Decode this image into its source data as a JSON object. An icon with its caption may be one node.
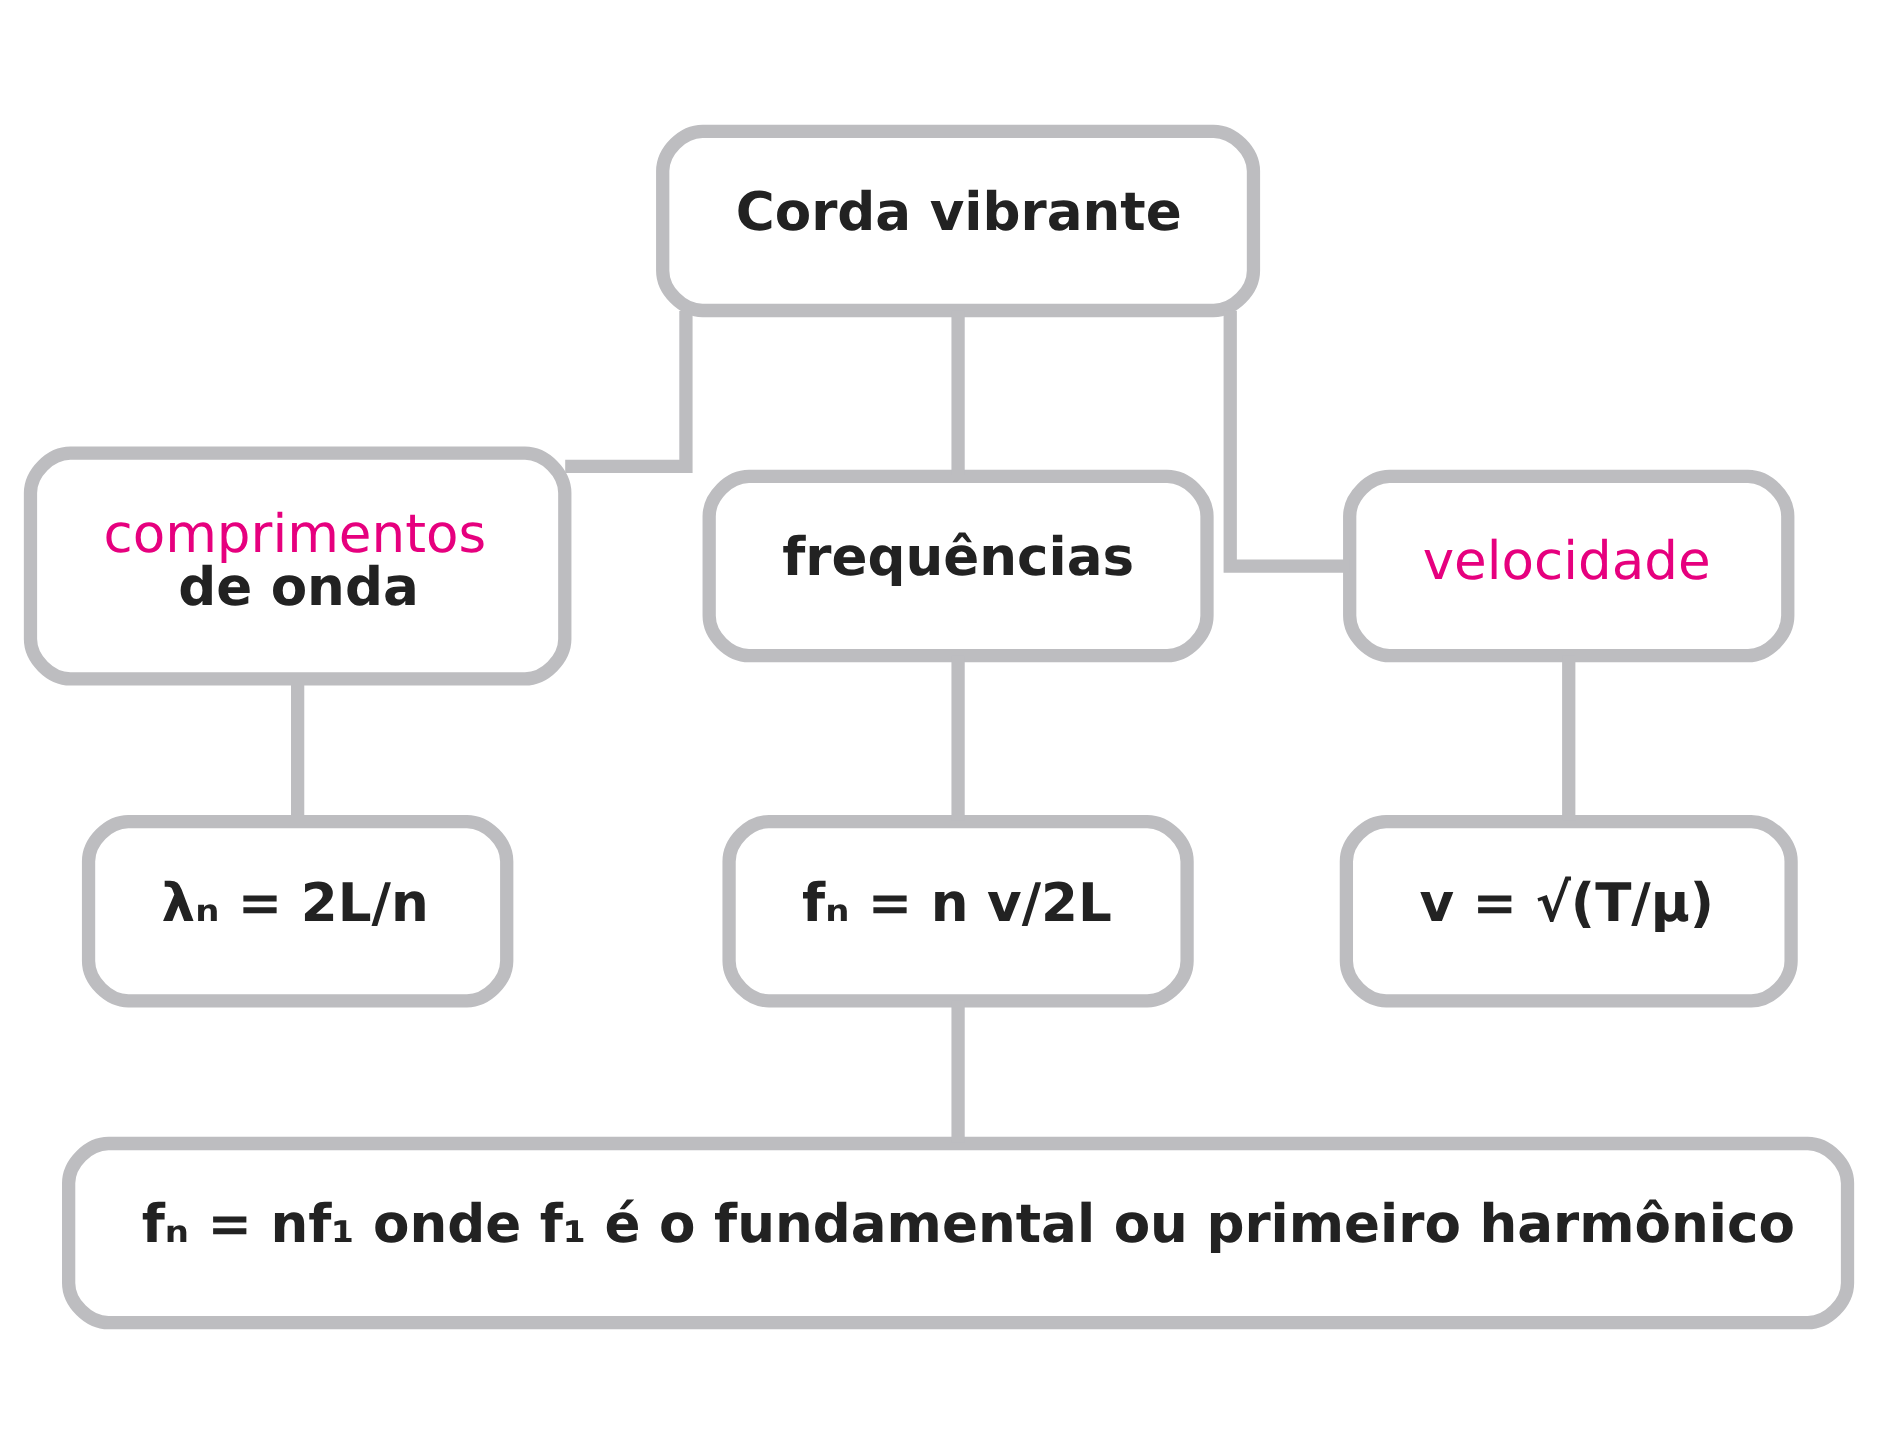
{
  "diagram": {
    "nodes": [
      {
        "text": [
          "Corda vibrante"
        ]
      },
      {
        "text": [
          "comprimentos",
          "de onda"
        ]
      },
      {
        "text": [
          "frequências"
        ]
      },
      {
        "text": [
          "velocidade"
        ]
      },
      {
        "text": [
          "λₙ = 2L/n"
        ]
      },
      {
        "text": [
          "fₙ = n v/2L"
        ]
      },
      {
        "text": [
          "v = √(T/μ)"
        ]
      },
      {
        "text": [
          "fₙ = nf₁ onde f₁ é o fundamental ou primeiro harmônico"
        ]
      }
    ],
    "edges": [
      {
        "from": 0,
        "to": 1,
        "arrow": "none"
      },
      {
        "from": 0,
        "to": 2,
        "arrow": "none"
      },
      {
        "from": 0,
        "to": 3,
        "arrow": "none"
      },
      {
        "from": 1,
        "to": 4,
        "arrow": "none"
      },
      {
        "from": 2,
        "to": 5,
        "arrow": "none"
      },
      {
        "from": 3,
        "to": 6,
        "arrow": "none"
      },
      {
        "from": 5,
        "to": 7,
        "arrow": "none"
      }
    ]
  }
}
